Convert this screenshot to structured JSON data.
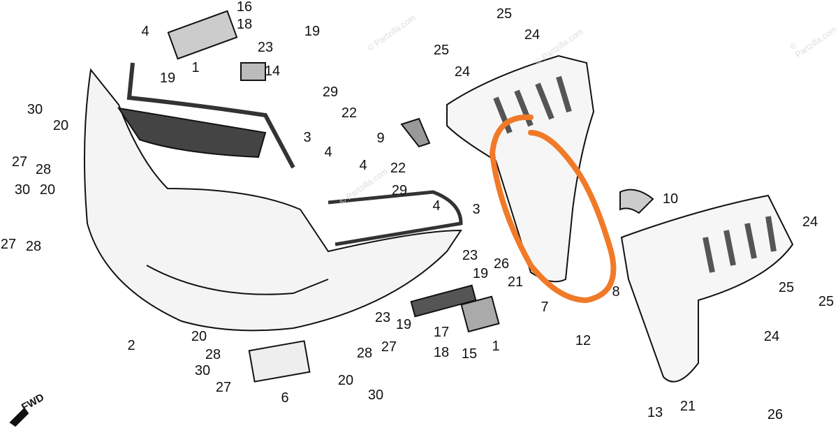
{
  "diagram": {
    "watermark": "© Partzilla.com",
    "direction_label": "FWD",
    "labels": [
      "16",
      "18",
      "19",
      "4",
      "23",
      "1",
      "19",
      "14",
      "29",
      "22",
      "30",
      "20",
      "3",
      "9",
      "27",
      "28",
      "4",
      "4",
      "22",
      "29",
      "30",
      "20",
      "4",
      "3",
      "27",
      "28",
      "10",
      "25",
      "24",
      "25",
      "24",
      "24",
      "23",
      "19",
      "26",
      "21",
      "7",
      "8",
      "12",
      "25",
      "25",
      "24",
      "2",
      "23",
      "19",
      "17",
      "18",
      "15",
      "1",
      "20",
      "28",
      "30",
      "27",
      "6",
      "28",
      "27",
      "20",
      "30",
      "13",
      "21",
      "26"
    ],
    "highlight_color": "#f07a28"
  }
}
